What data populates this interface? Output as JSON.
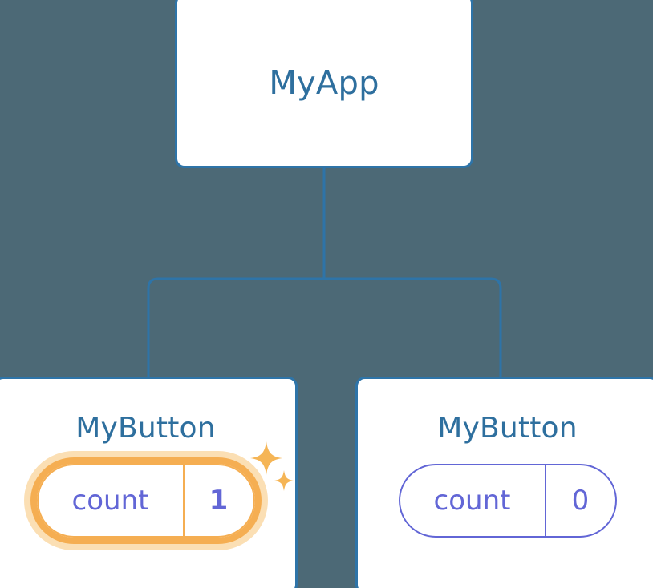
{
  "diagram": {
    "type": "component-tree",
    "background_color": "#4c6976",
    "node_border_color": "#2e74a8",
    "node_title_color": "#2e6f9e",
    "state_color": "#6266d6",
    "highlight_color": "#f5ae52",
    "highlight_glow_color": "#fbdfb4"
  },
  "root": {
    "title": "MyApp"
  },
  "children": [
    {
      "title": "MyButton",
      "state": {
        "label": "count",
        "value": "1"
      },
      "highlighted": true,
      "sparkle_icons": [
        "sparkle-large-icon",
        "sparkle-small-icon"
      ]
    },
    {
      "title": "MyButton",
      "state": {
        "label": "count",
        "value": "0"
      },
      "highlighted": false,
      "sparkle_icons": []
    }
  ]
}
